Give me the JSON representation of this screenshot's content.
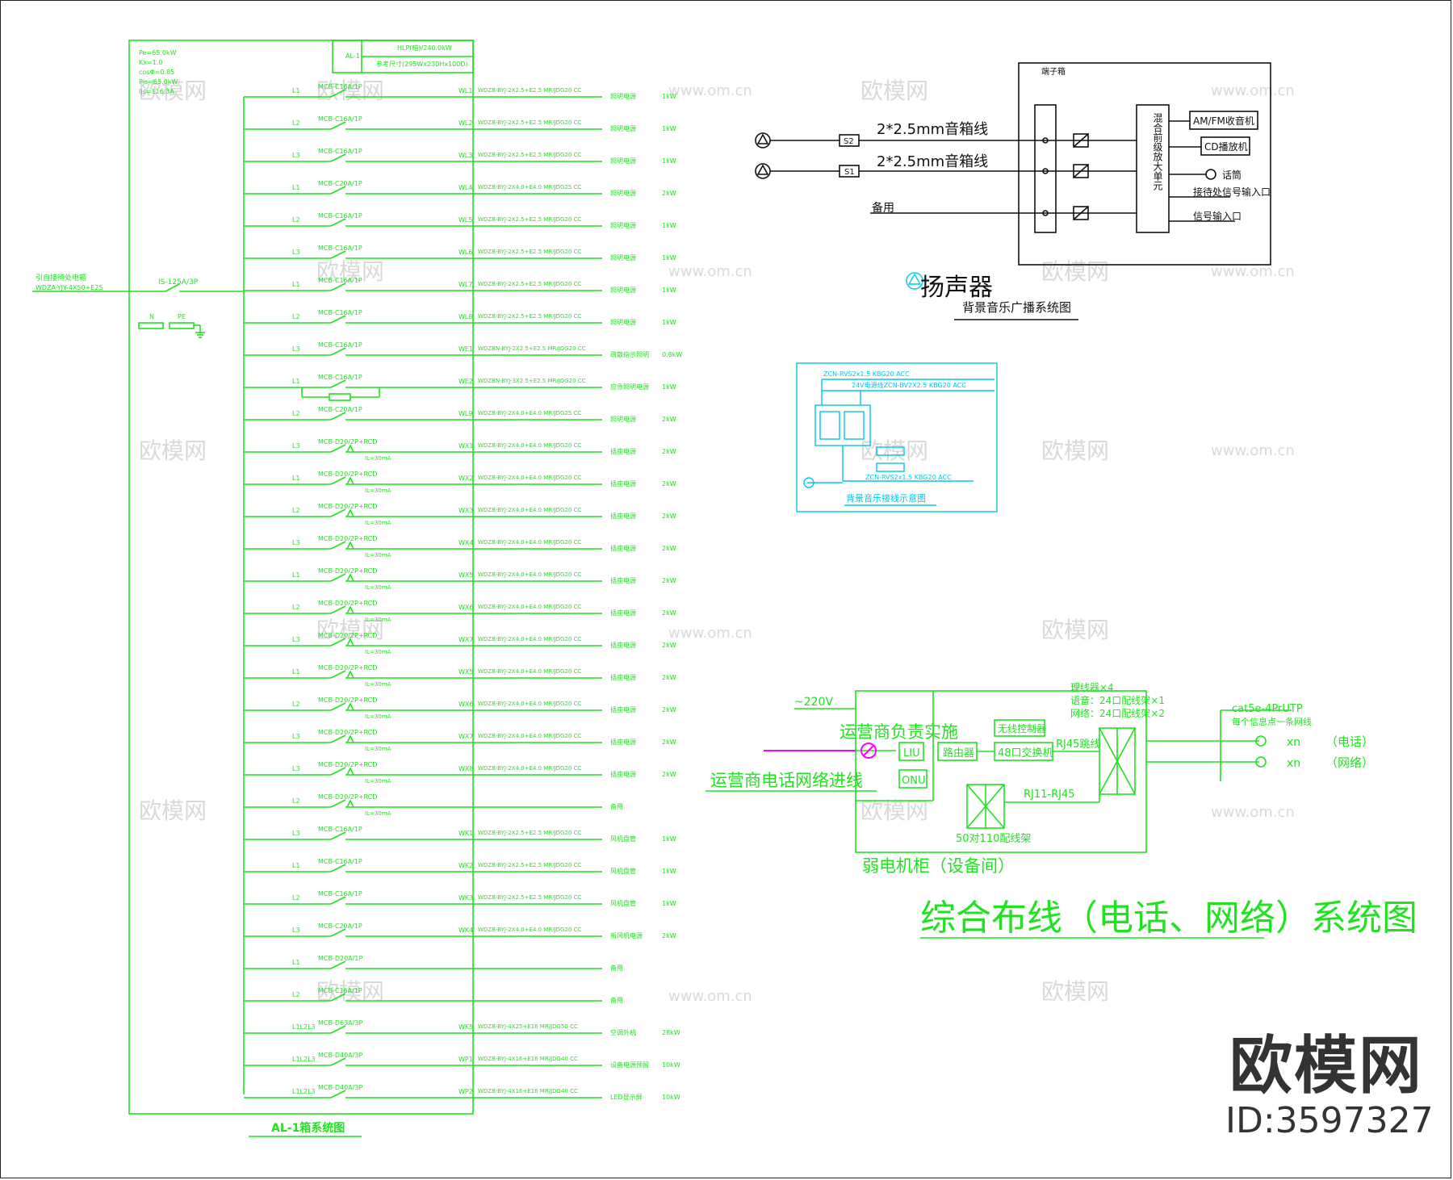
{
  "panel": {
    "title": "AL-1箱系统图",
    "box_name": "AL-1",
    "box_info": "HLP(暗)/240.0kW",
    "box_size": "参考尺寸(295Wx230Hx100D)",
    "params": [
      "Pe=65.0kW",
      "Kx=1.0",
      "cosΦ=0.85",
      "Pjs=65.0kW",
      "Ijs=116.3A"
    ],
    "incoming_label": "引自接待处电箱",
    "incoming_cable": "WDZA-YJY-4X50+E25",
    "main_switch": "IS-125A/3P",
    "n_label": "N",
    "pe_label": "PE",
    "rcd_note": "IL=30mA",
    "circuits": [
      {
        "phase": "L1",
        "breaker": "MCB-C16A/1P",
        "code": "WL1",
        "cable": "WDZB-BYJ-2X2.5+E2.5 MR/JDG20 CC",
        "use": "照明电源",
        "power": "1kW"
      },
      {
        "phase": "L2",
        "breaker": "MCB-C16A/1P",
        "code": "WL2",
        "cable": "WDZB-BYJ-2X2.5+E2.5 MR/JDG20 CC",
        "use": "照明电源",
        "power": "1kW"
      },
      {
        "phase": "L3",
        "breaker": "MCB-C16A/1P",
        "code": "WL3",
        "cable": "WDZB-BYJ-2X2.5+E2.5 MR/JDG20 CC",
        "use": "照明电源",
        "power": "1kW"
      },
      {
        "phase": "L1",
        "breaker": "MCB-C20A/1P",
        "code": "WL4",
        "cable": "WDZB-BYJ-2X4.0+E4.0 MR/JDG25 CC",
        "use": "照明电源",
        "power": "2kW"
      },
      {
        "phase": "L2",
        "breaker": "MCB-C16A/1P",
        "code": "WL5",
        "cable": "WDZB-BYJ-2X2.5+E2.5 MR/JDG20 CC",
        "use": "照明电源",
        "power": "1kW"
      },
      {
        "phase": "L3",
        "breaker": "MCB-C16A/1P",
        "code": "WL6",
        "cable": "WDZB-BYJ-2X2.5+E2.5 MR/JDG20 CC",
        "use": "照明电源",
        "power": "1kW"
      },
      {
        "phase": "L1",
        "breaker": "MCB-C16A/1P",
        "code": "WL7",
        "cable": "WDZB-BYJ-2X2.5+E2.5 MR/JDG20 CC",
        "use": "照明电源",
        "power": "1kW"
      },
      {
        "phase": "L2",
        "breaker": "MCB-C16A/1P",
        "code": "WL8",
        "cable": "WDZB-BYJ-2X2.5+E2.5 MR/JDG20 CC",
        "use": "照明电源",
        "power": "1kW"
      },
      {
        "phase": "L3",
        "breaker": "MCB-C16A/1P",
        "code": "WE1",
        "cable": "WDZBN-BYJ-2X2.5+E2.5 MR/JDG20 CC",
        "use": "疏散指示照明",
        "power": "0.6kW"
      },
      {
        "phase": "L1",
        "breaker": "MCB-C16A/1P",
        "code": "WE2",
        "cable": "WDZBN-BYJ-3X2.5+E2.5 MR/JDG20 CC",
        "use": "应急照明电源",
        "power": "1kW"
      },
      {
        "phase": "L2",
        "breaker": "MCB-C20A/1P",
        "code": "WL9",
        "cable": "WDZB-BYJ-2X4.0+E4.0 MR/JDG25 CC",
        "use": "照明电源",
        "power": "2kW"
      },
      {
        "phase": "L3",
        "breaker": "MCB-D20/2P+RCD",
        "code": "WX1",
        "cable": "WDZB-BYJ-2X4.0+E4.0 MR/JDG20 CC",
        "use": "插座电源",
        "power": "2kW"
      },
      {
        "phase": "L1",
        "breaker": "MCB-D20/2P+RCD",
        "code": "WX2",
        "cable": "WDZB-BYJ-2X4.0+E4.0 MR/JDG20 CC",
        "use": "插座电源",
        "power": "2kW"
      },
      {
        "phase": "L2",
        "breaker": "MCB-D20/2P+RCD",
        "code": "WX3",
        "cable": "WDZB-BYJ-2X4.0+E4.0 MR/JDG20 CC",
        "use": "插座电源",
        "power": "2kW"
      },
      {
        "phase": "L3",
        "breaker": "MCB-D20/2P+RCD",
        "code": "WX4",
        "cable": "WDZB-BYJ-2X4.0+E4.0 MR/JDG20 CC",
        "use": "插座电源",
        "power": "2kW"
      },
      {
        "phase": "L1",
        "breaker": "MCB-D20/2P+RCD",
        "code": "WX5",
        "cable": "WDZB-BYJ-2X4.0+E4.0 MR/JDG20 CC",
        "use": "插座电源",
        "power": "2kW"
      },
      {
        "phase": "L2",
        "breaker": "MCB-D20/2P+RCD",
        "code": "WX6",
        "cable": "WDZB-BYJ-2X4.0+E4.0 MR/JDG20 CC",
        "use": "插座电源",
        "power": "2kW"
      },
      {
        "phase": "L3",
        "breaker": "MCB-D20/2P+RCD",
        "code": "WX7",
        "cable": "WDZB-BYJ-2X4.0+E4.0 MR/JDG20 CC",
        "use": "插座电源",
        "power": "2kW"
      },
      {
        "phase": "L1",
        "breaker": "MCB-D20/2P+RCD",
        "code": "WX5",
        "cable": "WDZB-BYJ-2X4.0+E4.0 MR/JDG20 CC",
        "use": "插座电源",
        "power": "2kW"
      },
      {
        "phase": "L2",
        "breaker": "MCB-D20/2P+RCD",
        "code": "WX6",
        "cable": "WDZB-BYJ-2X4.0+E4.0 MR/JDG20 CC",
        "use": "插座电源",
        "power": "2kW"
      },
      {
        "phase": "L3",
        "breaker": "MCB-D20/2P+RCD",
        "code": "WX7",
        "cable": "WDZB-BYJ-2X4.0+E4.0 MR/JDG20 CC",
        "use": "插座电源",
        "power": "2kW"
      },
      {
        "phase": "L3",
        "breaker": "MCB-D20/2P+RCD",
        "code": "WX8",
        "cable": "WDZB-BYJ-2X4.0+E4.0 MR/JDG20 CC",
        "use": "插座电源",
        "power": "2kW"
      },
      {
        "phase": "L2",
        "breaker": "MCB-D20/2P+RCD",
        "code": "",
        "cable": "",
        "use": "备用",
        "power": ""
      },
      {
        "phase": "L3",
        "breaker": "MCB-C16A/1P",
        "code": "WK1",
        "cable": "WDZB-BYJ-2X2.5+E2.5 MR/JDG20 CC",
        "use": "风机盘管",
        "power": "1kW"
      },
      {
        "phase": "L1",
        "breaker": "MCB-C16A/1P",
        "code": "WK2",
        "cable": "WDZB-BYJ-2X2.5+E2.5 MR/JDG20 CC",
        "use": "风机盘管",
        "power": "1kW"
      },
      {
        "phase": "L2",
        "breaker": "MCB-C16A/1P",
        "code": "WK3",
        "cable": "WDZB-BYJ-2X2.5+E2.5 MR/JDG20 CC",
        "use": "风机盘管",
        "power": "1kW"
      },
      {
        "phase": "L3",
        "breaker": "MCB-C20A/1P",
        "code": "WK4",
        "cable": "WDZB-BYJ-2X4.0+E4.0 MR/JDG20 CC",
        "use": "新风机电源",
        "power": "2kW"
      },
      {
        "phase": "L1",
        "breaker": "MCB-D20A/1P",
        "code": "",
        "cable": "",
        "use": "备用",
        "power": ""
      },
      {
        "phase": "L2",
        "breaker": "MCB-C16A/1P",
        "code": "",
        "cable": "",
        "use": "备用",
        "power": ""
      },
      {
        "phase": "L1L2L3",
        "breaker": "MCB-D63A/3P",
        "code": "WK5",
        "cable": "WDZB-BYJ-4X25+E16 MR/JDG50 CC",
        "use": "空调外机",
        "power": "28kW"
      },
      {
        "phase": "L1L2L3",
        "breaker": "MCB-D40A/3P",
        "code": "WP1",
        "cable": "WDZB-BYJ-4X16+E16 MR/JDG40 CC",
        "use": "设备电源预留",
        "power": "10kW"
      },
      {
        "phase": "L1L2L3",
        "breaker": "MCB-D40A/3P",
        "code": "WP2",
        "cable": "WDZB-BYJ-4X16+E16 MR/JDG40 CC",
        "use": "LED显示屏",
        "power": "10kW"
      }
    ]
  },
  "music": {
    "title": "背景音乐广播系统图",
    "speaker_label": "扬声器",
    "terminal_box": "端子箱",
    "amp_unit": "混合前级放大单元",
    "lines": [
      {
        "tag": "S2",
        "cable": "2*2.5mm音箱线"
      },
      {
        "tag": "S1",
        "cable": "2*2.5mm音箱线"
      },
      {
        "tag": "",
        "cable": "备用"
      }
    ],
    "sources": [
      "AM/FM收音机",
      "CD播放机",
      "话筒",
      "接待处信号输入口",
      "信号输入口"
    ]
  },
  "wiring_detail": {
    "title": "背景音乐接线示意图",
    "line1": "ZCN-RVS2x1.5  KBG20  ACC",
    "line2": "24V电源线ZCN-BV2X2.5 KBG20 ACC",
    "line3": "ZCN-RVS2x1.5 KBG20 ACC"
  },
  "network": {
    "title": "综合布线（电话、网络）系统图",
    "voltage": "~220V",
    "operator_note": "运营商负责实施",
    "operator_line": "运营商电话网络进线",
    "liu": "LIU",
    "onu": "ONU",
    "router": "路由器",
    "wireless_ctrl": "无线控制器",
    "switch": "48口交换机",
    "rj45": "RJ45跳线",
    "rj11": "RJ11-RJ45",
    "patch_110": "50对110配线架",
    "cabinet": "弱电机柜（设备间）",
    "manager": "理线器×4",
    "voice": "语音：24口配线架×1",
    "data": "网络：24口配线架×2",
    "utp": "cat5e-4PrUTP",
    "utp_note": "每个信息点一条网线",
    "outlets": [
      {
        "count": "xn",
        "type": "（电话）"
      },
      {
        "count": "xn",
        "type": "（网络）"
      }
    ]
  },
  "logo": {
    "name": "欧模网",
    "id": "ID:3597327"
  },
  "watermark": {
    "text": "欧模网",
    "url": "www.om.cn"
  }
}
